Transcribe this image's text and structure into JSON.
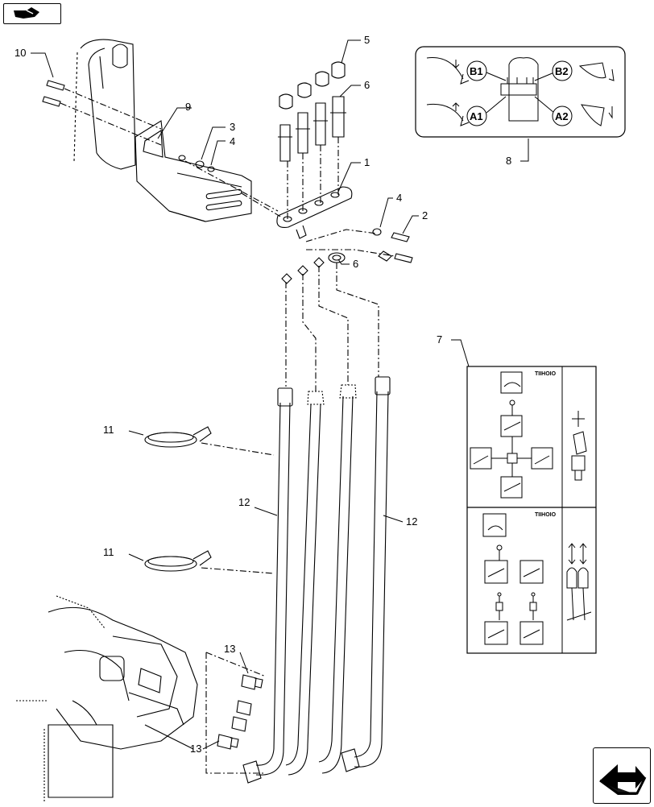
{
  "callouts": {
    "c1": "1",
    "c2": "2",
    "c3": "3",
    "c4a": "4",
    "c4b": "4",
    "c5": "5",
    "c6a": "6",
    "c6b": "6",
    "c7": "7",
    "c8": "8",
    "c9": "9",
    "c10": "10",
    "c11a": "11",
    "c11b": "11",
    "c12a": "12",
    "c12b": "12",
    "c13a": "13",
    "c13b": "13"
  },
  "control_diagram": {
    "b1": "B1",
    "b2": "B2",
    "a1": "A1",
    "a2": "A2"
  },
  "decal": {
    "code_top": "TIIHOIO",
    "code_bottom": "TIIHOIO"
  },
  "icons": {
    "nav_top": "hand-pointer-icon",
    "nav_bottom": "next-page-arrow-icon"
  },
  "colors": {
    "line": "#000000",
    "background": "#ffffff"
  }
}
